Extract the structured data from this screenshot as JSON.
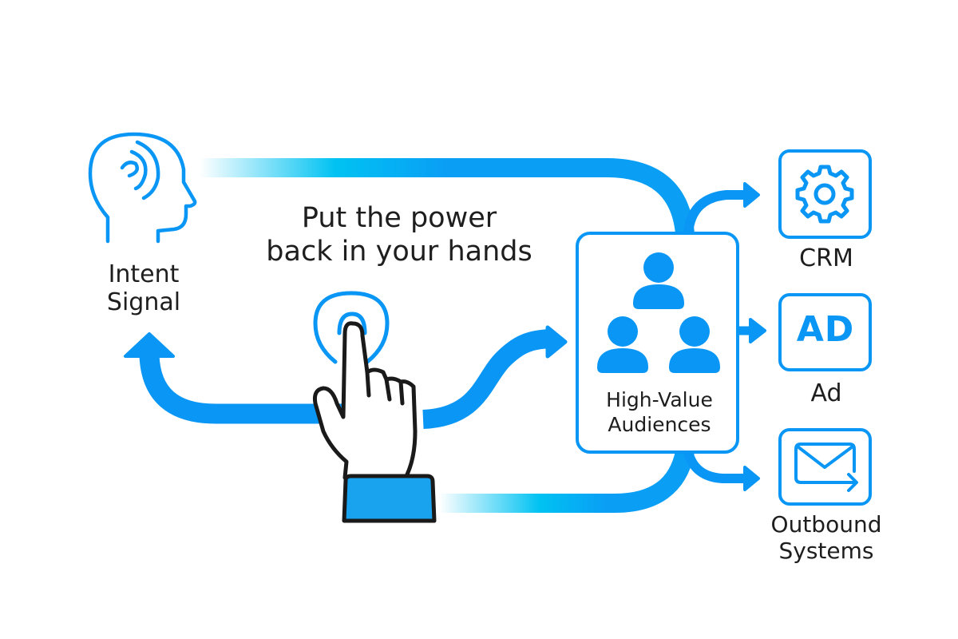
{
  "colors": {
    "accent": "#0a96f5",
    "accent_light": "#00c2f2",
    "fade": "#ffffff",
    "text": "#1e1e1e",
    "hand_outline": "#1a1a1a",
    "sleeve": "#19a3ef"
  },
  "nodes": {
    "intent_signal": {
      "icon": "head-with-signal-icon",
      "label_lines": [
        "Intent",
        "Signal"
      ]
    },
    "headline": {
      "lines": [
        "Put the power",
        "back in your hands"
      ],
      "icon": "tap-hand-icon"
    },
    "high_value_audiences": {
      "icon": "audience-group-icon",
      "label_lines": [
        "High-Value",
        "Audiences"
      ]
    },
    "crm": {
      "icon": "gear-icon",
      "label": "CRM"
    },
    "ad": {
      "icon": "ad-badge-icon",
      "glyph": "AD",
      "label": "Ad"
    },
    "outbound_systems": {
      "icon": "mail-send-icon",
      "label_lines": [
        "Outbound",
        "Systems"
      ]
    }
  },
  "connections": [
    {
      "from": "intent_signal",
      "to": "high_value_audiences",
      "style": "gradient-fade"
    },
    {
      "from": "tap_hand",
      "to": "intent_signal",
      "style": "arrow"
    },
    {
      "from": "tap_hand",
      "to": "high_value_audiences",
      "style": "arrow"
    },
    {
      "from": "tap_hand",
      "to": "high_value_audiences",
      "style": "gradient-fade"
    },
    {
      "from": "high_value_audiences",
      "to": "crm",
      "style": "arrow"
    },
    {
      "from": "high_value_audiences",
      "to": "ad",
      "style": "arrow"
    },
    {
      "from": "high_value_audiences",
      "to": "outbound_systems",
      "style": "arrow"
    }
  ]
}
